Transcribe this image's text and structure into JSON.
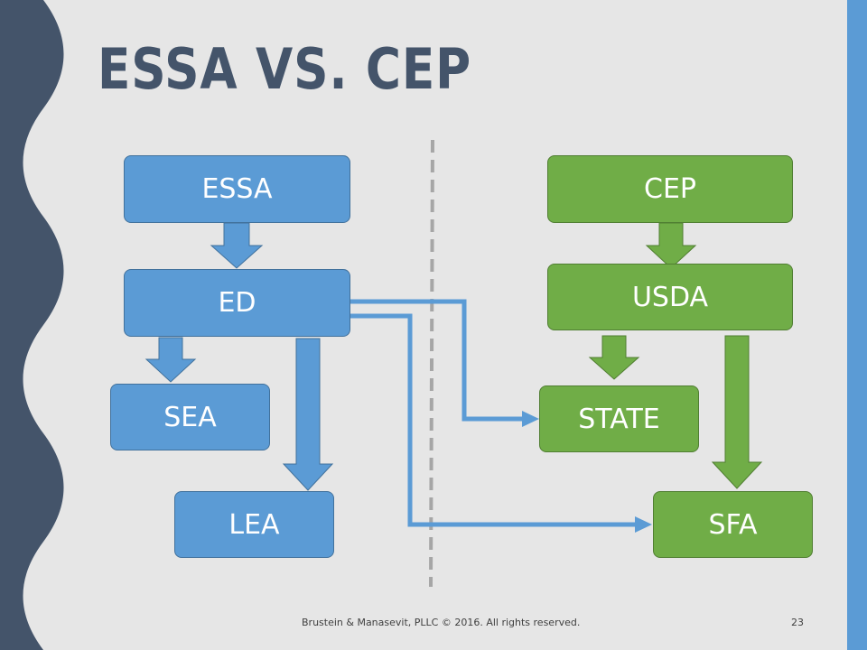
{
  "slide": {
    "title": "ESSA VS. CEP",
    "footer": "Brustein & Manasevit, PLLC © 2016. All rights reserved.",
    "page_number": "23"
  },
  "essa_side": {
    "top": "ESSA",
    "agency": "ED",
    "state": "SEA",
    "local": "LEA"
  },
  "cep_side": {
    "top": "CEP",
    "agency": "USDA",
    "state": "STATE",
    "local": "SFA"
  },
  "colors": {
    "blue": "#5b9bd5",
    "green": "#70ad47",
    "navy": "#44546a",
    "divider": "#a6a6a6"
  }
}
